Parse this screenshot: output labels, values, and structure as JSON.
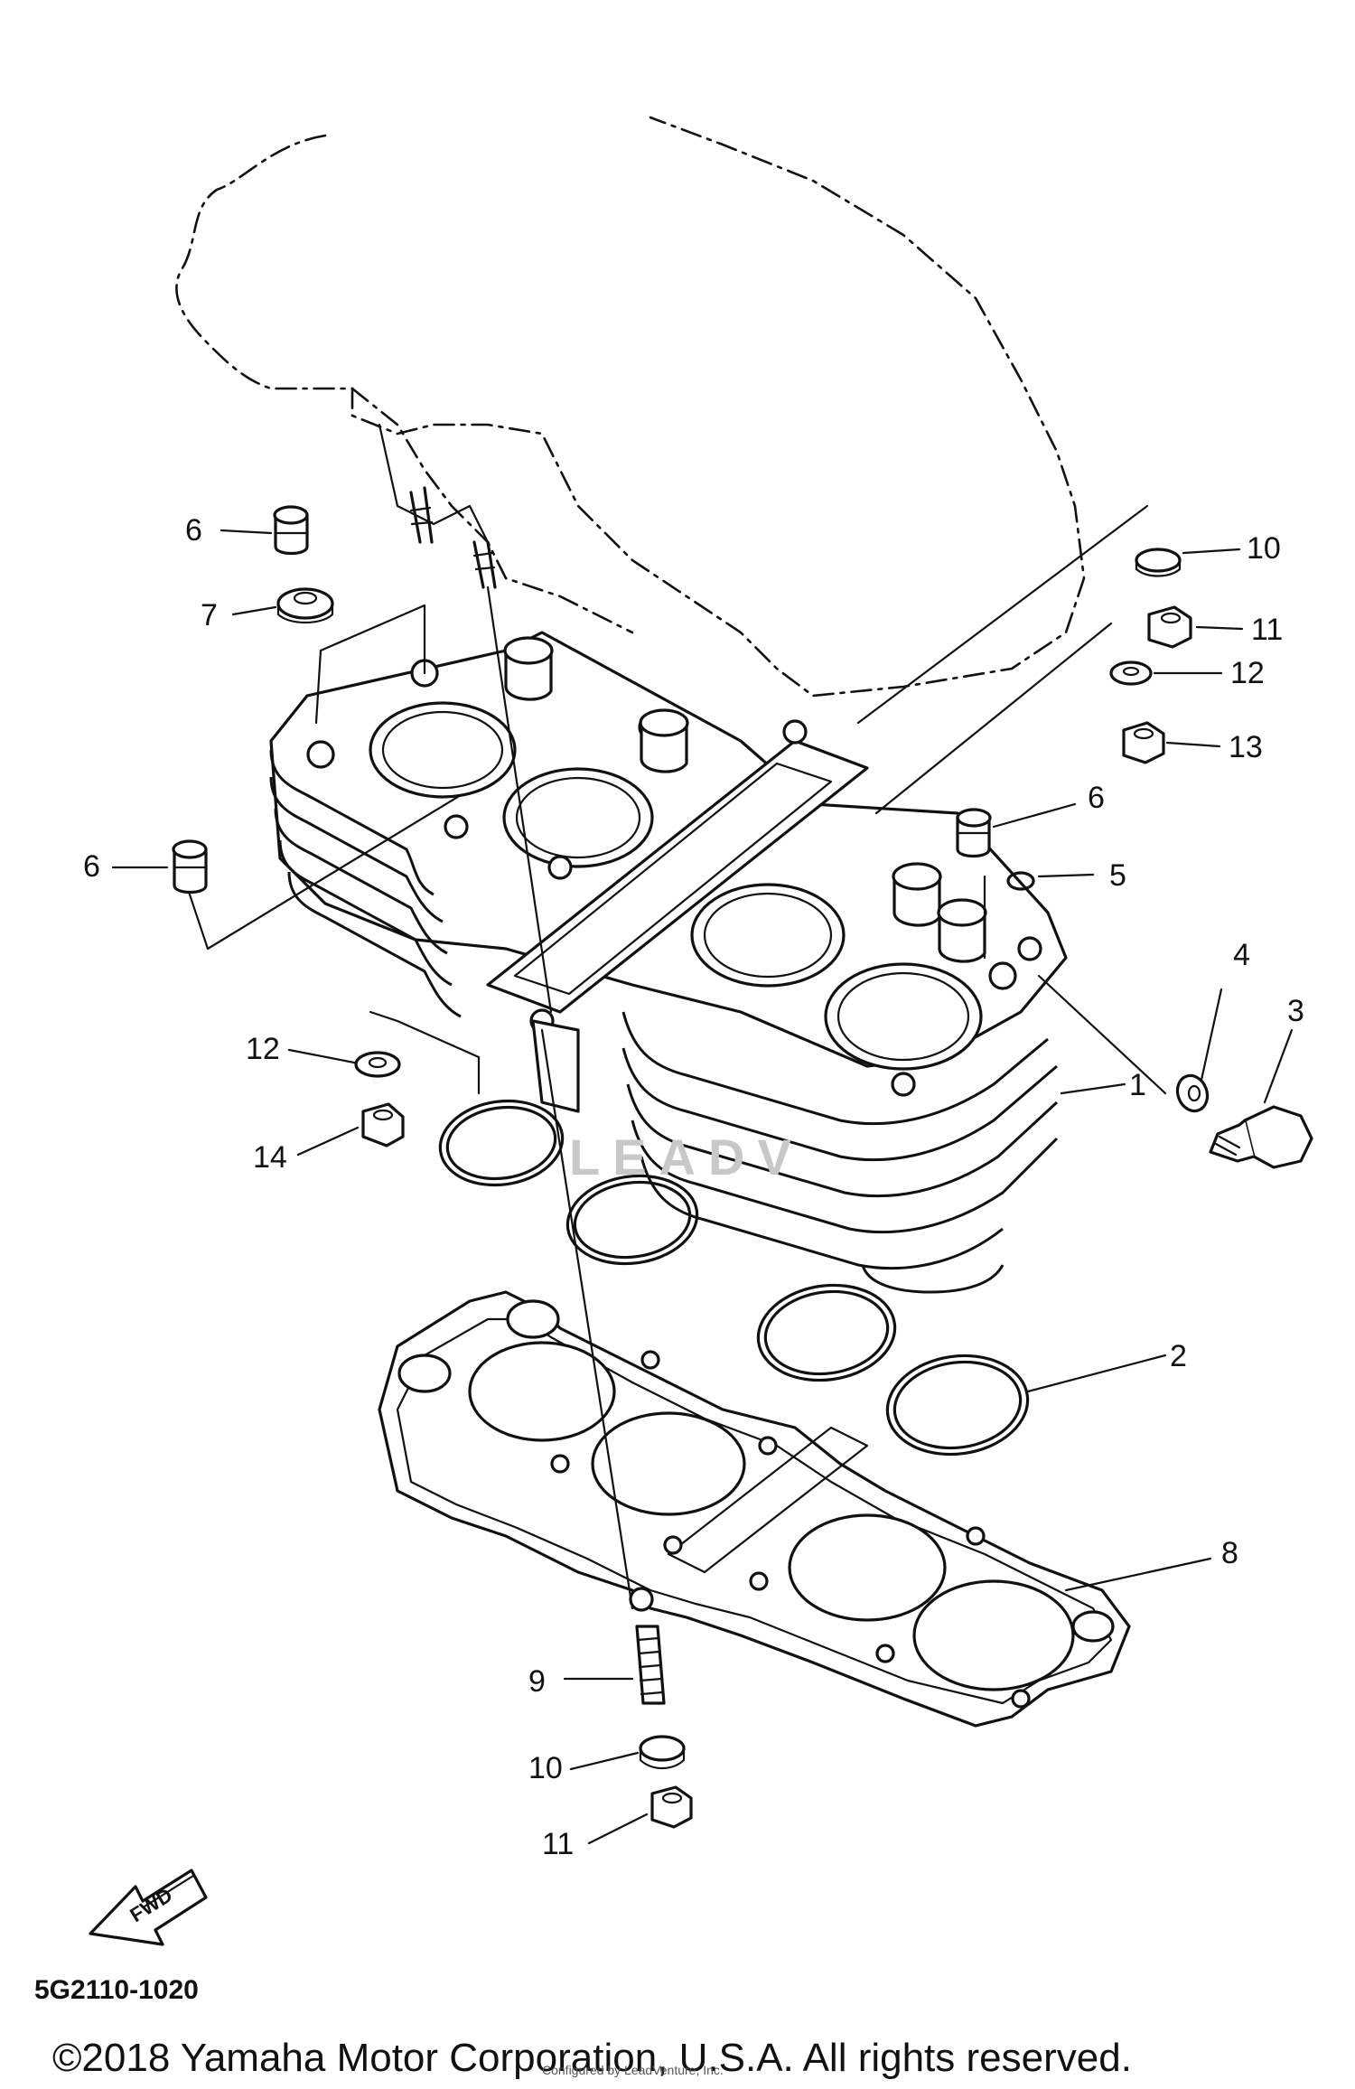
{
  "callouts": [
    "1",
    "2",
    "3",
    "4",
    "5",
    "6",
    "6",
    "6",
    "7",
    "8",
    "9",
    "10",
    "10",
    "11",
    "11",
    "12",
    "12",
    "13",
    "14"
  ],
  "fwd_label": "FWD",
  "watermark": "LEADV",
  "diagram_code": "5G2110-1020",
  "copyright": "©2018 Yamaha Motor Corporation, U.S.A. All rights reserved.",
  "small_notice": "Configured by LeadVenture, Inc."
}
